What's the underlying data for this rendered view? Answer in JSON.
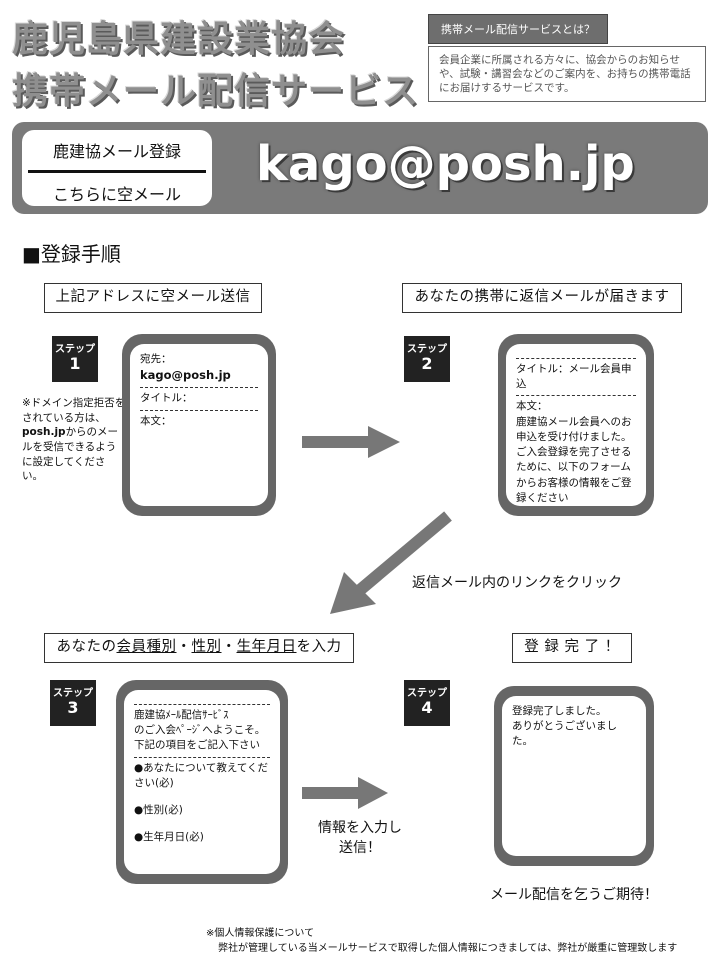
{
  "header": {
    "title_line1": "鹿児島県建設業協会",
    "title_line2": "携帯メール配信サービス",
    "about_tag": "携帯メール配信サービスとは？",
    "about_text": "会員企業に所属される方々に、協会からのお知らせや、試験・講習会などのご案内を、お持ちの携帯電話にお届けするサービスです。"
  },
  "banner": {
    "register_label": "鹿建協メール登録",
    "empty_mail_label": "こちらに空メール",
    "email": "kago@posh.jp"
  },
  "section_title": "■登録手順",
  "steps": {
    "step_word": "ステップ",
    "s1": {
      "number": "1",
      "caption": "上記アドレスに空メール送信",
      "to_label": "宛先：",
      "to_value": "kago@posh.jp",
      "title_label": "タイトル：",
      "body_label": "本文："
    },
    "s2": {
      "number": "2",
      "caption": "あなたの携帯に返信メールが届きます",
      "title_line": "タイトル：メール会員申込",
      "body_label": "本文：",
      "body_text": "鹿建協メール会員へのお申込を受け付けました。ご入会登録を完了させるために、以下のフォームからお客様の情報をご登録ください"
    },
    "s3": {
      "number": "3",
      "caption_pre": "あなたの",
      "caption_u1": "会員種別",
      "caption_dot1": "・",
      "caption_u2": "性別",
      "caption_dot2": "・",
      "caption_u3": "生年月日",
      "caption_post": "を入力",
      "welcome_1": "鹿建協ﾒｰﾙ配信ｻｰﾋﾞｽ",
      "welcome_2": "のご入会ﾍﾟｰｼﾞへようこそ。",
      "welcome_3": "下記の項目をご記入下さい",
      "item1": "●あなたについて教えてください(必)",
      "item2": "●性別(必)",
      "item3": "●生年月日(必)"
    },
    "s4": {
      "number": "4",
      "caption": "登 録 完 了 ！",
      "line1": "登録完了しました。",
      "line2": "ありがとうございました。"
    }
  },
  "notes": {
    "domain_pre": "※ドメイン指定拒否をされている方は、",
    "domain_bold": "posh.jp",
    "domain_post": "からのメールを受信できるように設定してください。",
    "click_link": "返信メール内のリンクをクリック",
    "enter_send_1": "情報を入力し",
    "enter_send_2": "送信！",
    "expect": "メール配信を乞うご期待！"
  },
  "footer": {
    "line1": "※個人情報保護について",
    "line2": "弊社が管理している当メールサービスで取得した個人情報につきましては、弊社が厳重に管理致します"
  },
  "colors": {
    "banner_bg": "#7a7a7a",
    "phone_frame": "#666666",
    "badge_bg": "#222222",
    "arrow": "#777777"
  },
  "icons": {
    "arrow_right": "right-arrow-icon",
    "arrow_diagonal": "down-left-arrow-icon"
  }
}
